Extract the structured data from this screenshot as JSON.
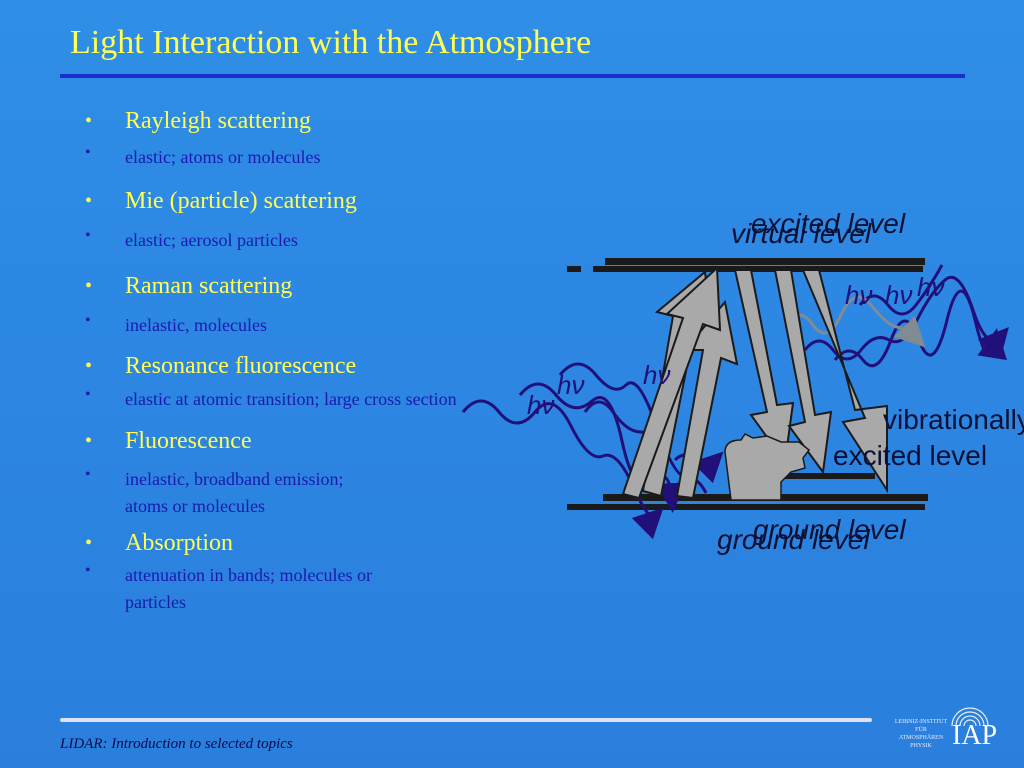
{
  "slide": {
    "title": "Light Interaction with the Atmosphere",
    "footer": "LIDAR: Introduction to selected topics"
  },
  "bullets": [
    {
      "label": "Rayleigh scattering",
      "detail": [
        "elastic; atoms or molecules"
      ]
    },
    {
      "label": "Mie (particle) scattering",
      "detail": [
        "elastic; aerosol particles"
      ]
    },
    {
      "label": "Raman scattering",
      "detail": [
        "inelastic, molecules"
      ]
    },
    {
      "label": "Resonance fluorescence",
      "detail": [
        "elastic at atomic transition; large cross section"
      ]
    },
    {
      "label": "Fluorescence",
      "detail": [
        "inelastic, broadband emission;",
        "atoms or molecules"
      ]
    },
    {
      "label": "Absorption",
      "detail": [
        "attenuation in bands; molecules or",
        "particles"
      ]
    }
  ],
  "bullet_symbol": "•",
  "diagram": {
    "labels": {
      "excited_level": "excited level",
      "virtual_level": "virtual level",
      "vibrationally": "vibrationally",
      "excited_level_2": "excited level",
      "ground_level": "ground level",
      "ground_level_2": "ground level",
      "photon": "hν"
    }
  },
  "logo": {
    "text_lines": [
      "LEIBNIZ-INSTITUT",
      "FÜR",
      "ATMOSPHÄREN",
      "PHYSIK"
    ],
    "letters": "IAP"
  },
  "colors": {
    "title": "#ffff55",
    "sub_text": "#1a1ab0",
    "arrow_fill": "#a9a9a9",
    "photon_wave": "#22107a",
    "level_line": "#1a1a1a"
  }
}
